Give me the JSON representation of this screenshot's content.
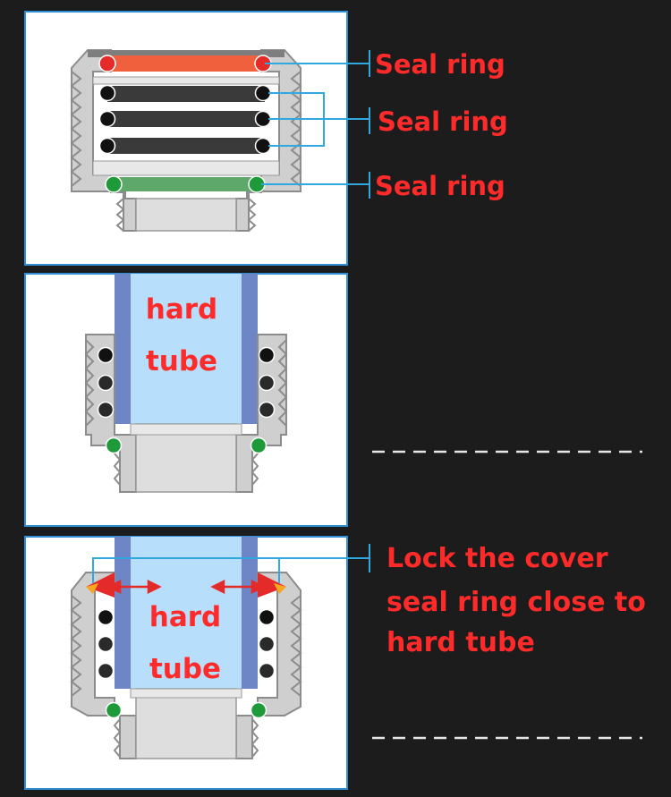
{
  "colors": {
    "background": "#1c1c1c",
    "panel": "#ffffff",
    "panel_border": "#2f8fd6",
    "label_text": "#ff2a2a",
    "leader_line": "#2fa8e0",
    "metal_light": "#dcdcdc",
    "metal_dark": "#8c8c8c",
    "tube_fill": "#b7defa",
    "tube_wall": "#6f86c6",
    "seal_top": "#f0603c",
    "seal_dark": "#3a3a3a",
    "seal_bottom": "#5da86a",
    "oring_green": "#1f9a3a",
    "oring_red": "#e52a2a",
    "lock_seal": "#f5a623",
    "dash": "#e6e6e6"
  },
  "panel1": {
    "label_top": "Seal ring",
    "label_middle": "Seal ring",
    "label_bottom": "Seal ring"
  },
  "panel2": {
    "tube_line1": "hard",
    "tube_line2": "tube"
  },
  "panel3": {
    "tube_line1": "hard",
    "tube_line2": "tube",
    "callout_line1": "Lock the cover",
    "callout_line2": "seal ring close to",
    "callout_line3": "hard tube"
  },
  "icons": {
    "oring": "circle",
    "thread": "zigzag",
    "arrow": "double-arrow"
  }
}
